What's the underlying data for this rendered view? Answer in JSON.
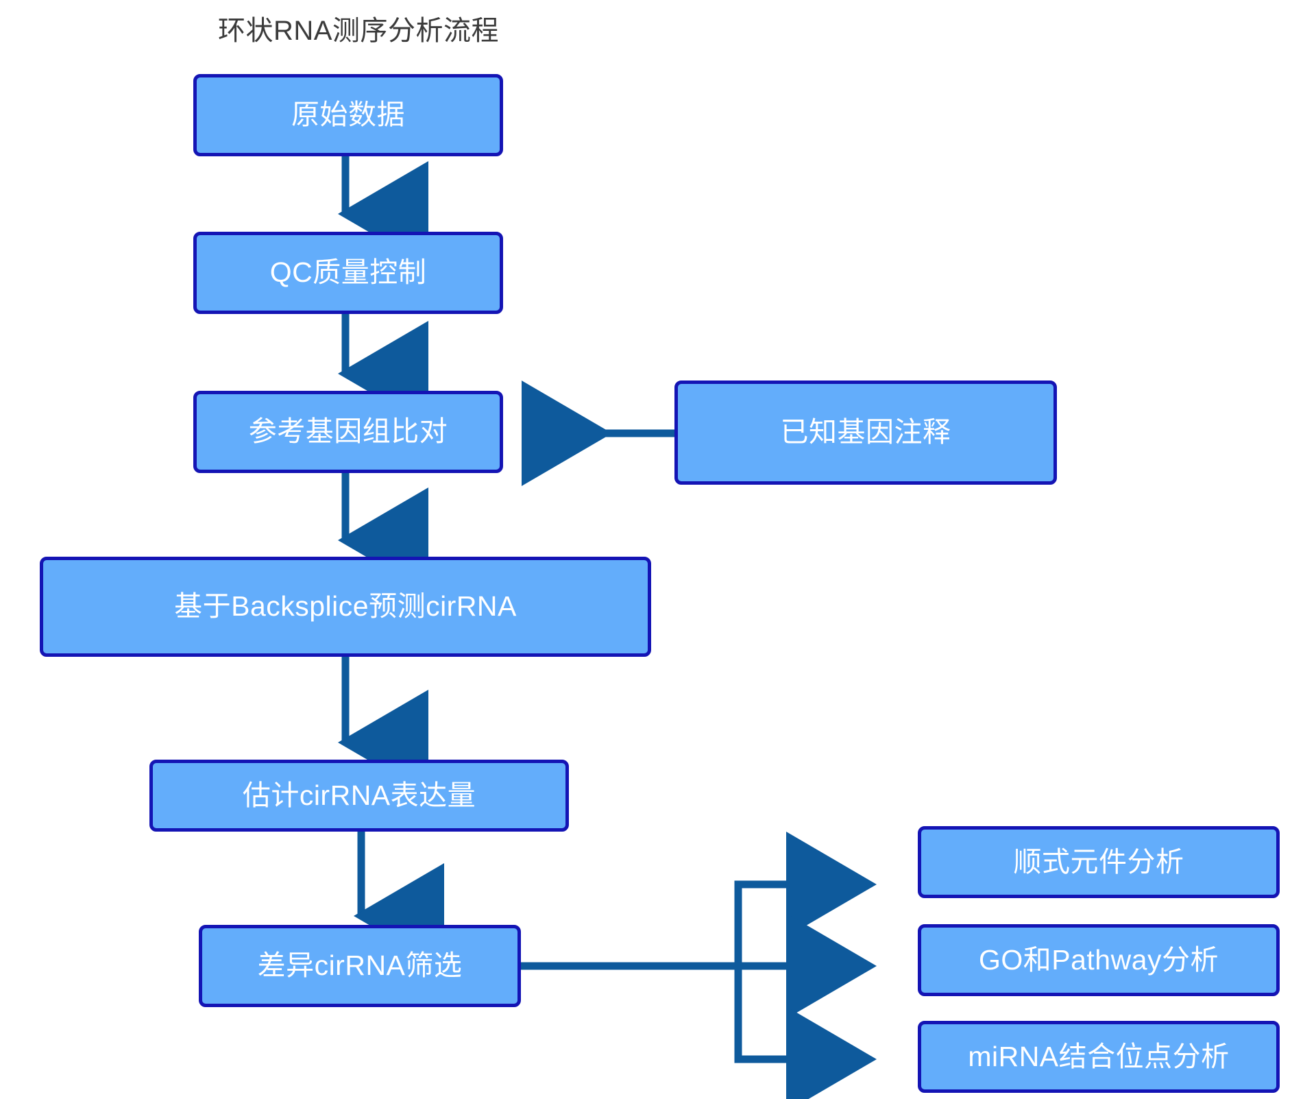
{
  "diagram": {
    "title": "环状RNA测序分析流程",
    "type": "flowchart",
    "colors": {
      "node_fill": "#63adfb",
      "node_border": "#1414b4",
      "node_text": "#ffffff",
      "arrow": "#0e5a9c",
      "title_text": "#3b3b3b",
      "background": "#ffffff"
    },
    "nodes": [
      {
        "id": "raw-data",
        "label": "原始数据"
      },
      {
        "id": "qc",
        "label": "QC质量控制"
      },
      {
        "id": "align",
        "label": "参考基因组比对"
      },
      {
        "id": "known-gene-anno",
        "label": "已知基因注释"
      },
      {
        "id": "backsplice",
        "label": "基于Backsplice预测cirRNA"
      },
      {
        "id": "quantify",
        "label": "估计cirRNA表达量"
      },
      {
        "id": "deg",
        "label": "差异cirRNA筛选"
      },
      {
        "id": "cis-element",
        "label": "顺式元件分析"
      },
      {
        "id": "go-pathway",
        "label": "GO和Pathway分析"
      },
      {
        "id": "mirna-site",
        "label": "miRNA结合位点分析"
      }
    ],
    "edges": [
      {
        "from": "raw-data",
        "to": "qc",
        "direction": "down"
      },
      {
        "from": "qc",
        "to": "align",
        "direction": "down"
      },
      {
        "from": "known-gene-anno",
        "to": "align",
        "direction": "left"
      },
      {
        "from": "align",
        "to": "backsplice",
        "direction": "down"
      },
      {
        "from": "backsplice",
        "to": "quantify",
        "direction": "down"
      },
      {
        "from": "quantify",
        "to": "deg",
        "direction": "down"
      },
      {
        "from": "deg",
        "to": "cis-element",
        "direction": "right"
      },
      {
        "from": "deg",
        "to": "go-pathway",
        "direction": "right"
      },
      {
        "from": "deg",
        "to": "mirna-site",
        "direction": "right"
      }
    ]
  }
}
